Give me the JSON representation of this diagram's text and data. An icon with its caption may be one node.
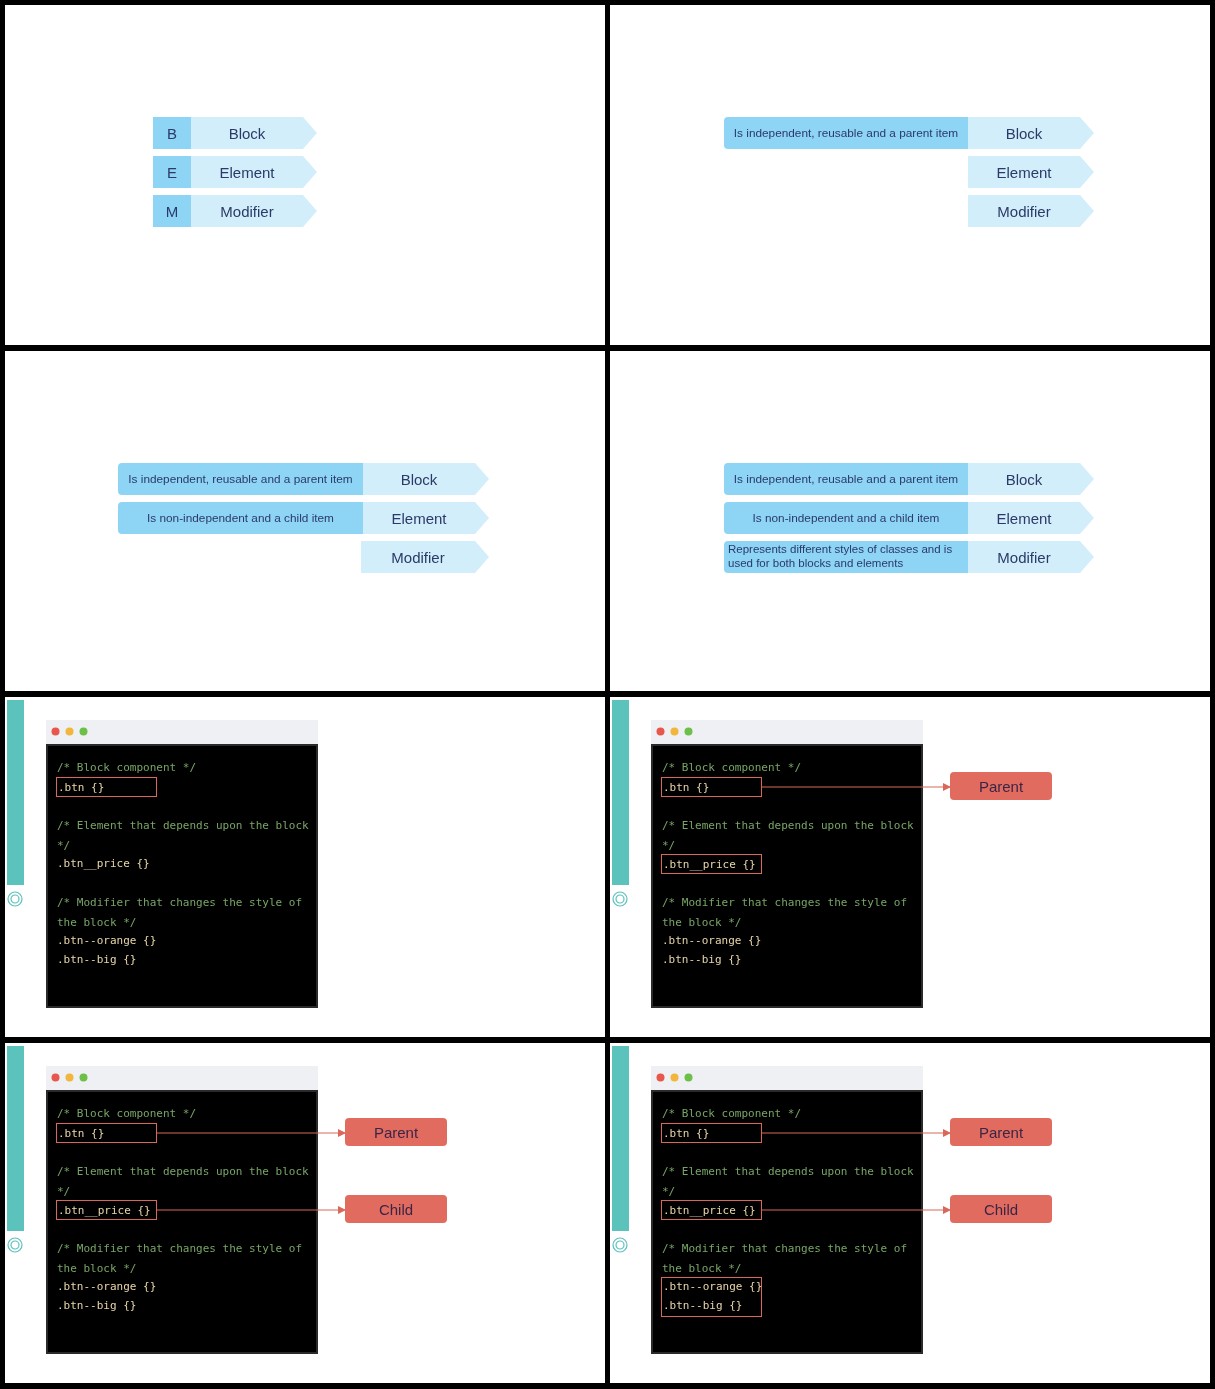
{
  "diagram": {
    "nodes": [
      {
        "text": [
          "B"
        ]
      },
      {
        "text": [
          "Block"
        ]
      },
      {
        "text": [
          "E"
        ]
      },
      {
        "text": [
          "Element"
        ]
      },
      {
        "text": [
          "M"
        ]
      },
      {
        "text": [
          "Modifier"
        ]
      },
      {
        "text": [
          "Is independent, reusable and a parent item"
        ]
      },
      {
        "text": [
          "Block"
        ]
      },
      {
        "text": [
          "Element"
        ]
      },
      {
        "text": [
          "Modifier"
        ]
      },
      {
        "text": [
          "Is independent, reusable and a parent item"
        ]
      },
      {
        "text": [
          "Block"
        ]
      },
      {
        "text": [
          "Is non-independent and a child item"
        ]
      },
      {
        "text": [
          "Element"
        ]
      },
      {
        "text": [
          "Modifier"
        ]
      },
      {
        "text": [
          "Is independent, reusable and a parent item"
        ]
      },
      {
        "text": [
          "Block"
        ]
      },
      {
        "text": [
          "Is non-independent and a child item"
        ]
      },
      {
        "text": [
          "Element"
        ]
      },
      {
        "text": [
          "Represents different styles of classes and is used for both blocks and elements"
        ]
      },
      {
        "text": [
          "Modifier"
        ]
      },
      {
        "text": [],
        "shape": "box"
      },
      {
        "text": [
          "/* Block component */"
        ],
        "in": 21
      },
      {
        "text": [
          ".btn {}"
        ],
        "in": 21
      },
      {
        "text": [
          "/* Element that depends upon the block */"
        ],
        "in": 21
      },
      {
        "text": [
          ".btn__price {}"
        ],
        "in": 21
      },
      {
        "text": [
          "/* Modifier that changes the style of the block */"
        ],
        "in": 21
      },
      {
        "text": [
          ".btn--orange {}"
        ],
        "in": 21
      },
      {
        "text": [
          ".btn--big {}"
        ],
        "in": 21
      },
      {
        "text": [],
        "shape": "box"
      },
      {
        "text": [
          "/* Block component */"
        ],
        "in": 29
      },
      {
        "text": [
          ".btn {}"
        ],
        "in": 29
      },
      {
        "text": [
          "/* Element that depends upon the block */"
        ],
        "in": 29
      },
      {
        "text": [
          ".btn__price {}"
        ],
        "in": 29
      },
      {
        "text": [
          "/* Modifier that changes the style of the block */"
        ],
        "in": 29
      },
      {
        "text": [
          ".btn--orange {}"
        ],
        "in": 29
      },
      {
        "text": [
          ".btn--big {}"
        ],
        "in": 29
      },
      {
        "text": [
          "Parent"
        ]
      },
      {
        "text": [],
        "shape": "box"
      },
      {
        "text": [
          "/* Block component */"
        ],
        "in": 38
      },
      {
        "text": [
          ".btn {}"
        ],
        "in": 38
      },
      {
        "text": [
          "/* Element that depends upon the block */"
        ],
        "in": 38
      },
      {
        "text": [
          ".btn__price {}"
        ],
        "in": 38
      },
      {
        "text": [
          "/* Modifier that changes the style of the block */"
        ],
        "in": 38
      },
      {
        "text": [
          ".btn--orange {}"
        ],
        "in": 38
      },
      {
        "text": [
          ".btn--big {}"
        ],
        "in": 38
      },
      {
        "text": [
          "Parent"
        ]
      },
      {
        "text": [
          "Child"
        ]
      },
      {
        "text": [],
        "shape": "box"
      },
      {
        "text": [
          "/* Block component */"
        ],
        "in": 48
      },
      {
        "text": [
          ".btn {}"
        ],
        "in": 48
      },
      {
        "text": [
          "/* Element that depends upon the block */"
        ],
        "in": 48
      },
      {
        "text": [
          ".btn__price {}"
        ],
        "in": 48
      },
      {
        "text": [
          "/* Modifier that changes the style of the block */"
        ],
        "in": 48
      },
      {
        "text": [
          ".btn--orange {}",
          ".btn--big {}"
        ],
        "in": 48
      },
      {
        "text": [
          "Parent"
        ]
      },
      {
        "text": [
          "Child"
        ]
      }
    ],
    "edges": [
      {
        "from": 31,
        "to": 37,
        "arrow": "to"
      },
      {
        "from": 40,
        "to": 46,
        "arrow": "to"
      },
      {
        "from": 42,
        "to": 47,
        "arrow": "to"
      },
      {
        "from": 50,
        "to": 55,
        "arrow": "to"
      },
      {
        "from": 52,
        "to": 56,
        "arrow": "to"
      }
    ]
  }
}
